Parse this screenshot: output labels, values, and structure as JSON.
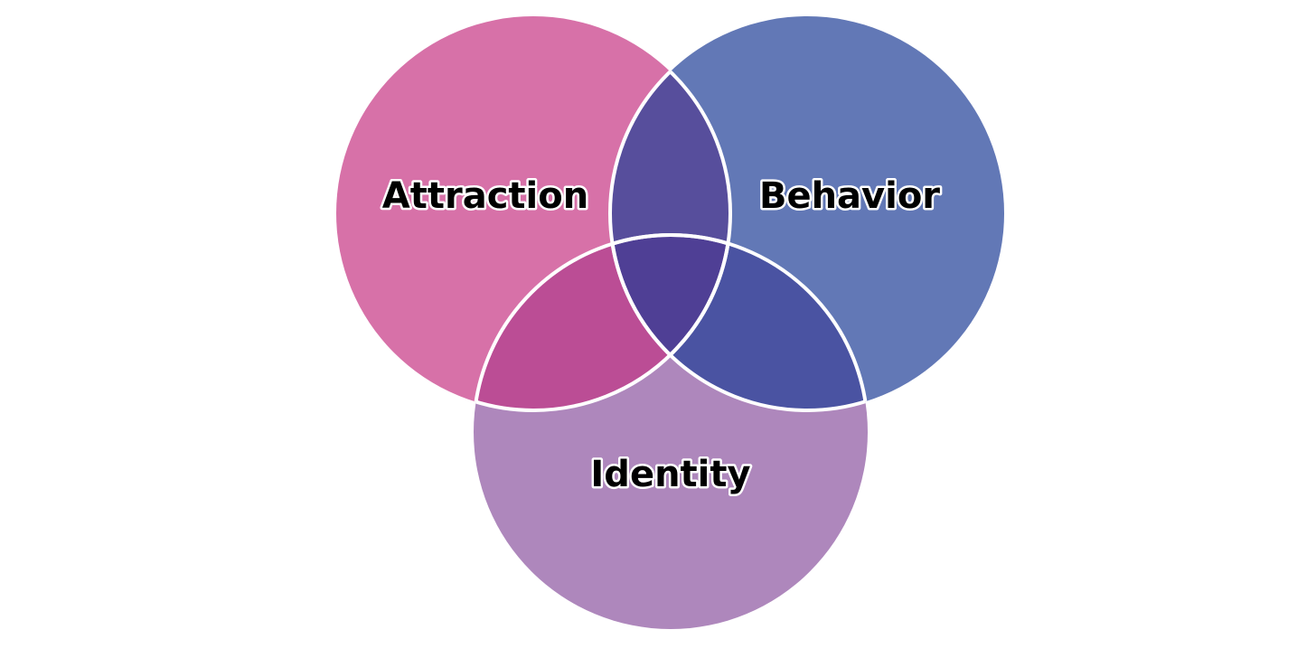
{
  "diagram": {
    "sets": [
      {
        "id": "attraction",
        "label": "Attraction",
        "color": "#D771A8"
      },
      {
        "id": "behavior",
        "label": "Behavior",
        "color": "#6278B6"
      },
      {
        "id": "identity",
        "label": "Identity",
        "color": "#AE87BC"
      }
    ],
    "overlaps": {
      "attraction_behavior": "#574E9C",
      "attraction_identity": "#BB4D95",
      "behavior_identity": "#4A53A2",
      "all": "#4F3F95"
    }
  }
}
